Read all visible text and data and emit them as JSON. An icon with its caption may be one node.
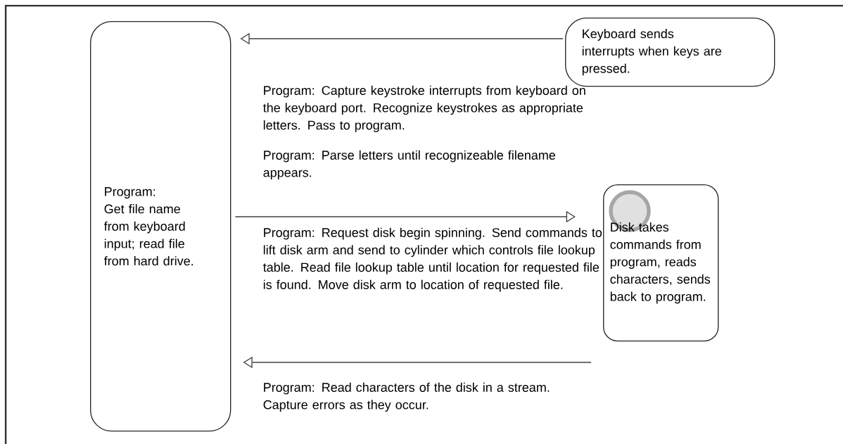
{
  "diagram": {
    "nodes": [
      {
        "text": [
          "Program:",
          "Get file name from keyboard input; read file from hard drive."
        ]
      },
      {
        "text": [
          "Keyboard sends interrupts when keys are pressed."
        ]
      },
      {
        "text": [
          "Disk takes commands from program, reads characters, sends back to program."
        ]
      }
    ],
    "edges": [
      {
        "from": 1,
        "to": 0,
        "arrow": "to"
      },
      {
        "from": 0,
        "to": 2,
        "arrow": "to"
      },
      {
        "from": 2,
        "to": 0,
        "arrow": "to"
      }
    ],
    "labels": [
      "Program: Capture keystroke interrupts from keyboard on the keyboard port. Recognize keystrokes as appropriate letters. Pass to program.",
      "Program: Parse letters until recognizeable filename appears.",
      "Program: Request disk begin spinning. Send commands to lift disk arm and send to cylinder which controls file lookup table. Read file lookup table until location for requested file is found. Move disk arm to location of requested file.",
      "Program: Read characters of the disk in a stream. Capture errors as they occur."
    ]
  }
}
